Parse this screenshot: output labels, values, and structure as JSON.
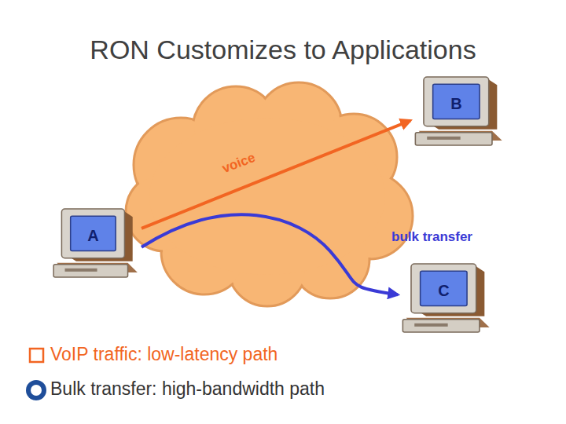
{
  "diagram": {
    "title": "RON Customizes to Applications",
    "nodes": [
      {
        "text": [
          "A"
        ]
      },
      {
        "text": [
          "B"
        ]
      },
      {
        "text": [
          "C"
        ]
      }
    ],
    "edges": [
      {
        "from": 0,
        "to": 1,
        "arrow": "to",
        "label": "voice"
      },
      {
        "from": 0,
        "to": 2,
        "arrow": "to",
        "label": "bulk transfer"
      }
    ],
    "labels": [
      "VoIP traffic: low-latency path",
      "Bulk transfer: high-bandwidth path"
    ]
  }
}
